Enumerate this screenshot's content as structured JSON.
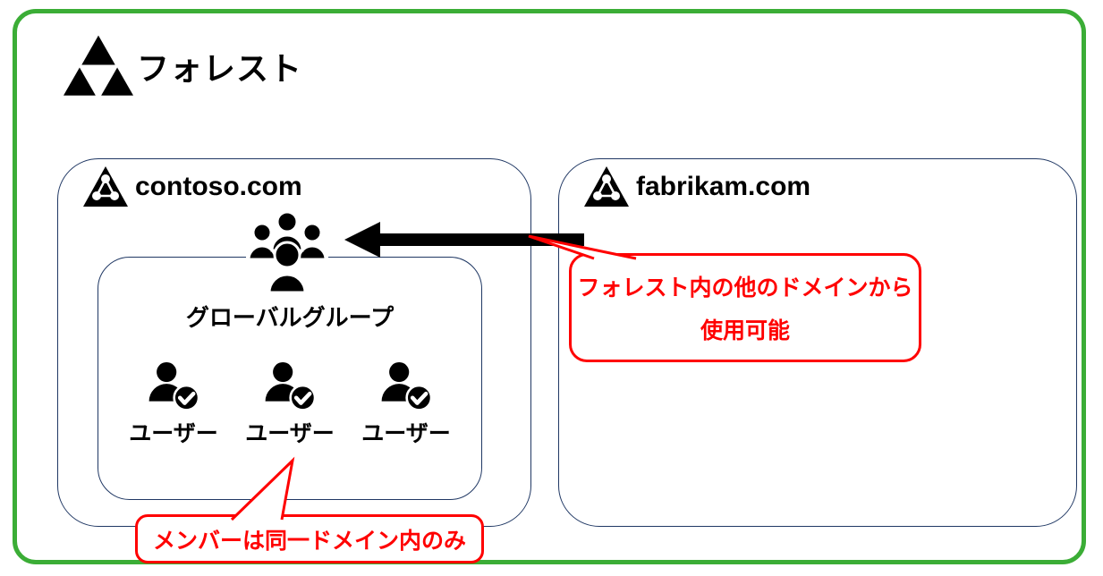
{
  "colors": {
    "green": "#3BAD36",
    "navy": "#203864",
    "red": "#FF0000",
    "ink": "#000000"
  },
  "forest": {
    "title": "フォレスト"
  },
  "domains": [
    {
      "name": "contoso.com"
    },
    {
      "name": "fabrikam.com"
    }
  ],
  "group": {
    "label": "グローバルグループ"
  },
  "users": [
    {
      "label": "ユーザー"
    },
    {
      "label": "ユーザー"
    },
    {
      "label": "ユーザー"
    }
  ],
  "callouts": {
    "cross_domain": {
      "line1": "フォレスト内の他のドメインから",
      "line2": "使用可能"
    },
    "members": {
      "text": "メンバーは同一ドメイン内のみ"
    }
  },
  "icons": {
    "forest": "forest-triangles-icon",
    "domain": "domain-triangle-icon",
    "group": "global-group-icon",
    "user": "user-check-icon",
    "arrow": "arrow-left"
  }
}
